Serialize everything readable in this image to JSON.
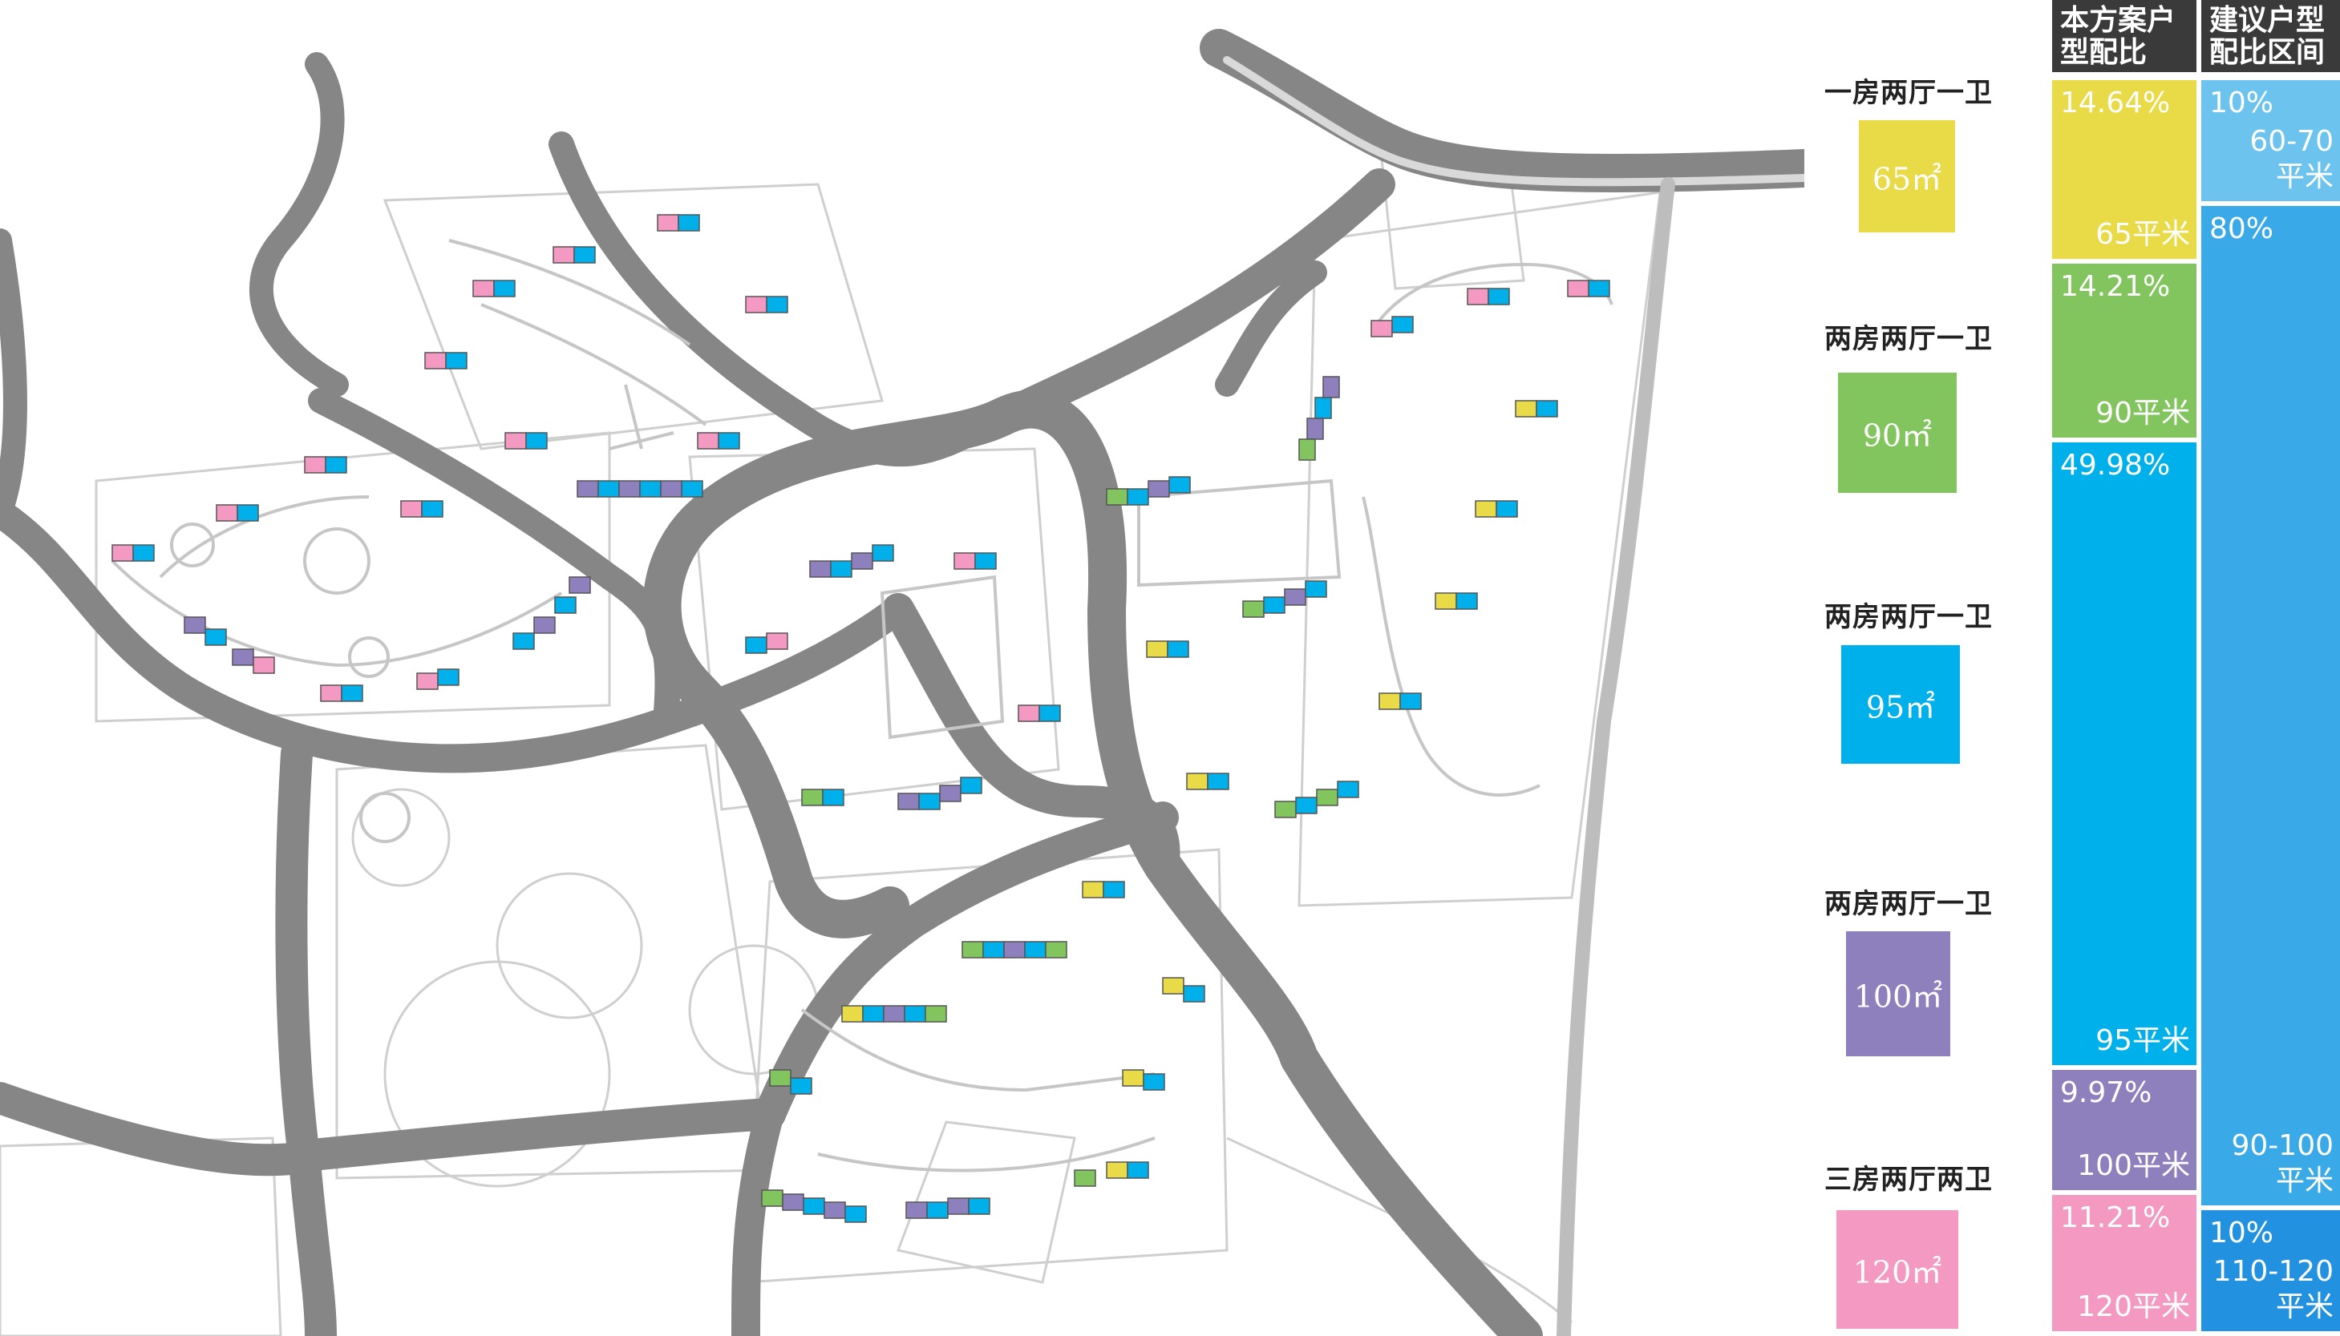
{
  "colors": {
    "road": "#868686",
    "road_edge": "#6f6f6f",
    "line": "#c8c8c8",
    "yellow": "#e9da47",
    "green": "#82c55e",
    "cyan": "#00b0ea",
    "purple": "#8e7fbd",
    "pink": "#f49ac2",
    "range_light": "#6cc3ee",
    "range_mid": "#3aa9e8",
    "range_dark": "#2191e0",
    "header_bg": "#3a3a3a"
  },
  "headers": {
    "ratio": "本方案户型配比",
    "range": "建议户型配比区间"
  },
  "legend": [
    {
      "title": "一房两厅一卫",
      "area": "65㎡",
      "color": "#e9da47"
    },
    {
      "title": "两房两厅一卫",
      "area": "90㎡",
      "color": "#82c55e"
    },
    {
      "title": "两房两厅一卫",
      "area": "95㎡",
      "color": "#00b0ea"
    },
    {
      "title": "两房两厅一卫",
      "area": "100㎡",
      "color": "#8e7fbd"
    },
    {
      "title": "三房两厅两卫",
      "area": "120㎡",
      "color": "#f49ac2"
    }
  ],
  "ratios": [
    {
      "percent": "14.64%",
      "area": "65平米",
      "value": 14.64,
      "color": "#e9da47"
    },
    {
      "percent": "14.21%",
      "area": "90平米",
      "value": 14.21,
      "color": "#82c55e"
    },
    {
      "percent": "49.98%",
      "area": "95平米",
      "value": 49.98,
      "color": "#00b0ea"
    },
    {
      "percent": "9.97%",
      "area": "100平米",
      "value": 9.97,
      "color": "#8e7fbd"
    },
    {
      "percent": "11.21%",
      "area": "120平米",
      "value": 11.21,
      "color": "#f49ac2"
    }
  ],
  "ranges": [
    {
      "percent": "10%",
      "range": "60-70",
      "unit": "平米",
      "value": 10,
      "color": "#6cc3ee"
    },
    {
      "percent": "80%",
      "range": "90-100",
      "unit": "平米",
      "value": 80,
      "color": "#3aa9e8"
    },
    {
      "percent": "10%",
      "range": "110-120",
      "unit": "平米",
      "value": 10,
      "color": "#2191e0"
    }
  ]
}
